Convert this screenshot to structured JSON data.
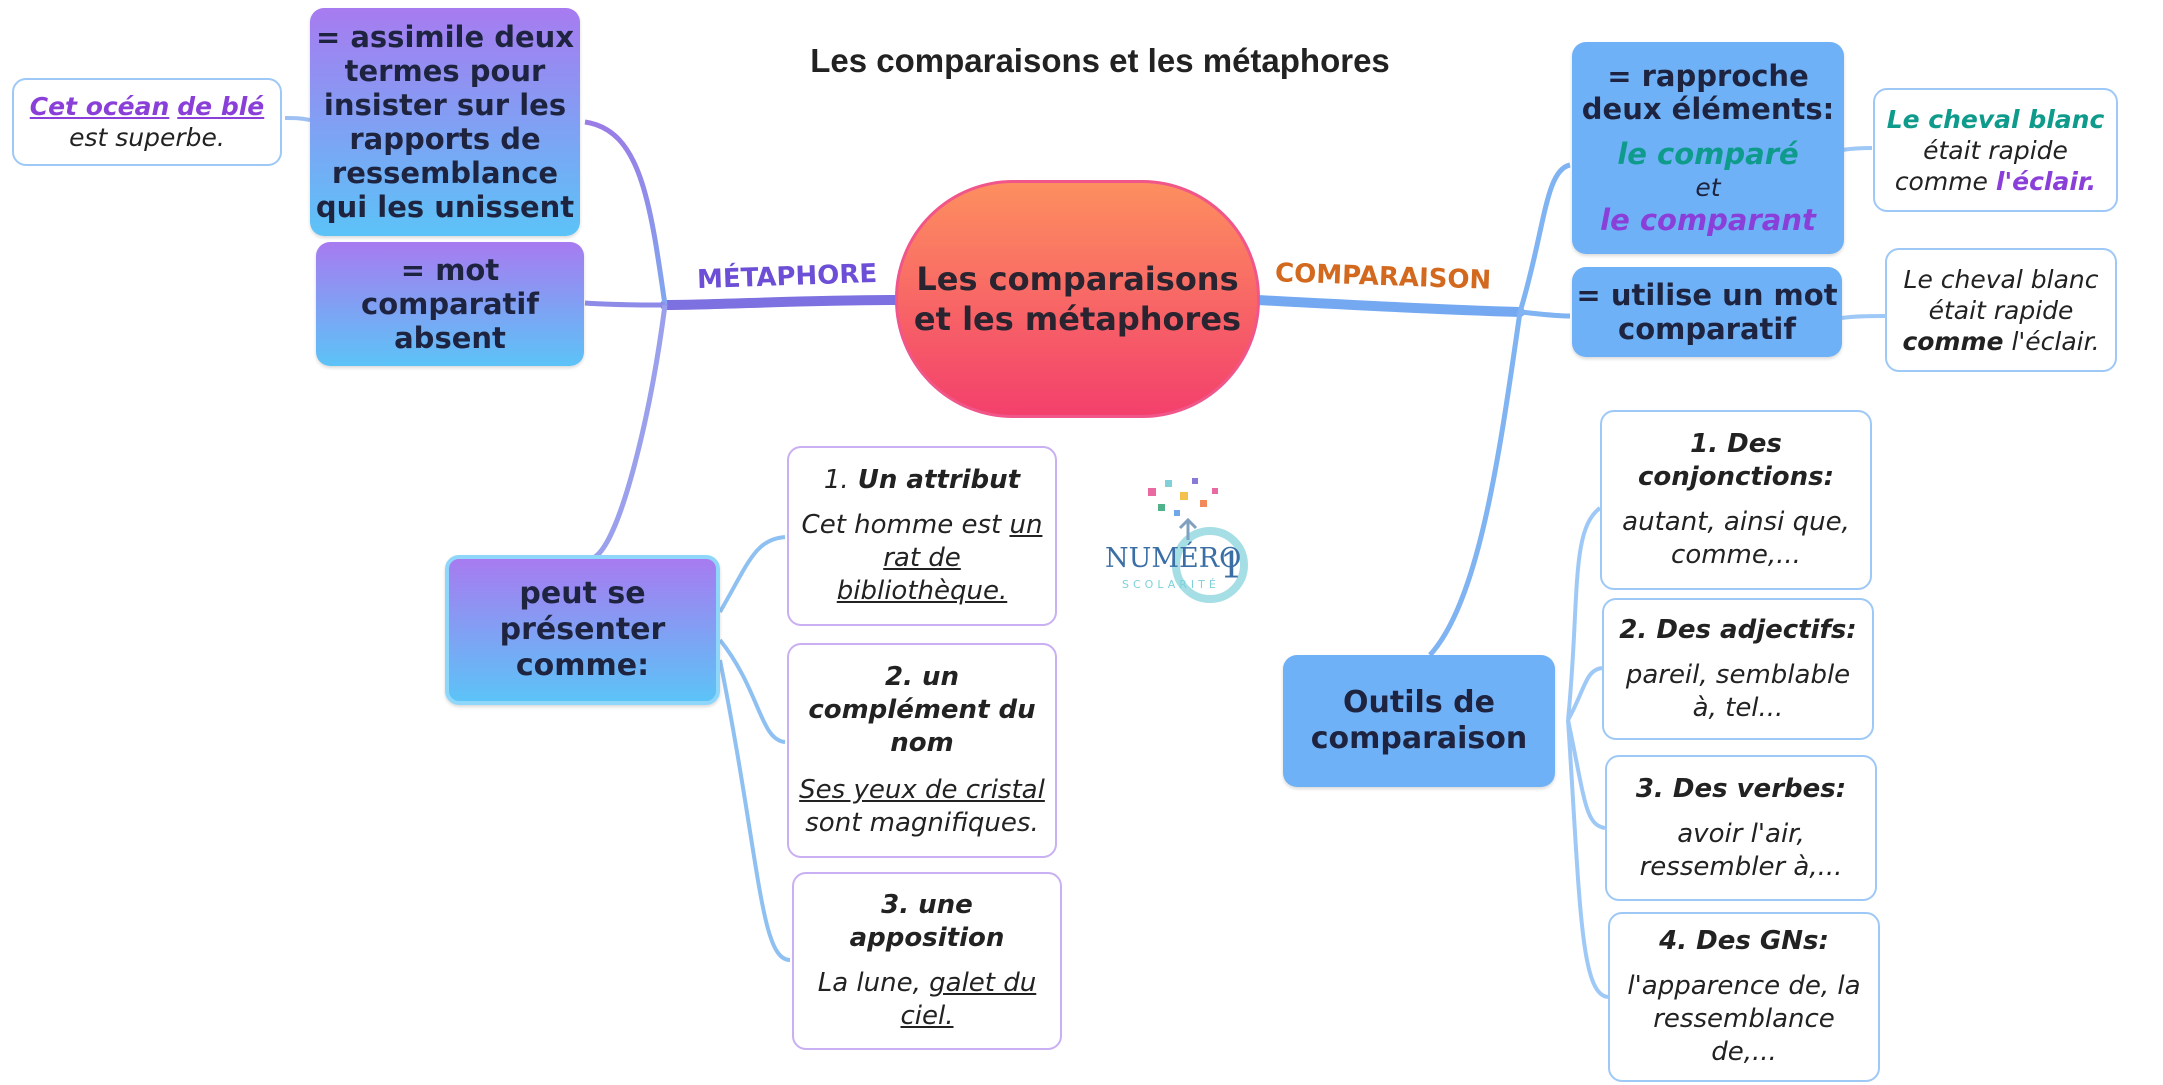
{
  "title": "Les comparaisons et les métaphores",
  "central": [
    "Les comparaisons",
    "et les métaphores"
  ],
  "metaphore": {
    "label": "MÉTAPHORE",
    "color": "#6c4fd6",
    "def1": [
      "= assimile deux",
      "termes pour",
      "insister sur les",
      "rapports de",
      "ressemblance",
      "qui les unissent"
    ],
    "example1": {
      "part1": "Cet océan",
      "part2": "de blé",
      "line2": "est superbe."
    },
    "def2": [
      "= mot",
      "comparatif",
      "absent"
    ],
    "forms_node": [
      "peut se",
      "présenter",
      "comme:"
    ],
    "forms": [
      {
        "num": "1.",
        "title": "Un attribut",
        "ex_plain": "Cet homme est",
        "ex_under": [
          "un",
          "rat de",
          "bibliothèque."
        ]
      },
      {
        "title": [
          "2. un",
          "complément du",
          "nom"
        ],
        "ex_under": "Ses yeux de cristal",
        "ex_plain": "sont magnifiques."
      },
      {
        "title": [
          "3. une",
          "apposition"
        ],
        "ex_plain": "La lune,",
        "ex_under": [
          "galet du",
          "ciel."
        ]
      }
    ]
  },
  "comparaison": {
    "label": "COMPARAISON",
    "color": "#d2691e",
    "def1": {
      "line1": "= rapproche",
      "line2": "deux éléments:",
      "compare": "le comparé",
      "et": "et",
      "comparant": "le comparant"
    },
    "example1": {
      "part1": "Le cheval blanc",
      "line2": "était rapide",
      "line3a": "comme",
      "line3b": "l'éclair."
    },
    "def2": [
      "= utilise un mot",
      "comparatif"
    ],
    "example2": {
      "line1": "Le cheval blanc",
      "line2": "était rapide",
      "line3a": "comme",
      "line3b": "l'éclair."
    },
    "tools_node": [
      "Outils de",
      "comparaison"
    ],
    "tools": [
      {
        "title": [
          "1. Des",
          "conjonctions:"
        ],
        "text": [
          "autant, ainsi que,",
          "comme,..."
        ]
      },
      {
        "title": [
          "2. Des adjectifs:"
        ],
        "text": [
          "pareil, semblable",
          "à, tel..."
        ]
      },
      {
        "title": [
          "3. Des verbes:"
        ],
        "text": [
          "avoir l'air,",
          "ressembler à,..."
        ]
      },
      {
        "title": [
          "4. Des GNs:"
        ],
        "text": [
          "l'apparence de, la",
          "ressemblance",
          "de,..."
        ]
      }
    ]
  },
  "logo": {
    "text1": "NUMÉRO",
    "text2": "1",
    "text3": "SCOLARITÉ"
  }
}
